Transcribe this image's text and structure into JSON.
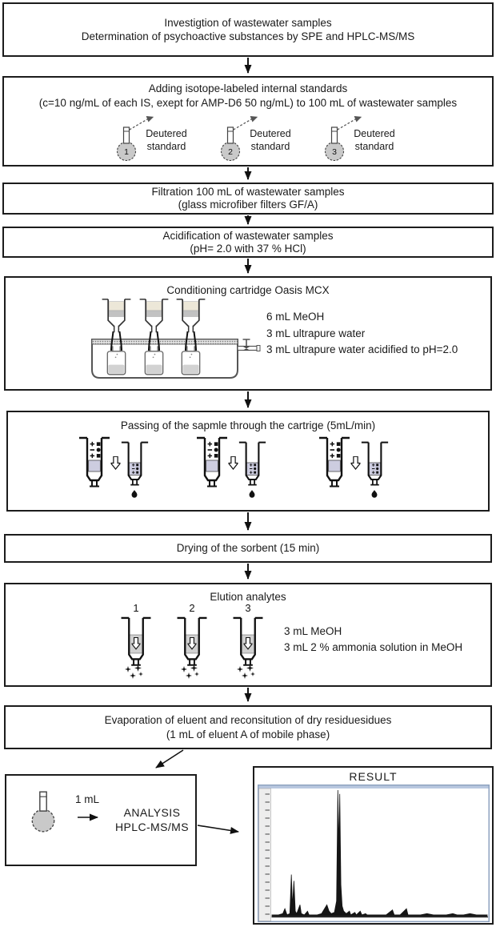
{
  "flowchart": {
    "investigation": {
      "line1": "Investigtion of wastewater samples",
      "line2": "Determination of psychoactive substances by SPE and HPLC-MS/MS"
    },
    "standards": {
      "line1": "Adding isotope-labeled internal standards",
      "line2": "(c=10 ng/mL of each IS, exept for AMP-D6 50 ng/mL) to 100 mL of wastewater samples",
      "flasks": [
        {
          "number": "1",
          "label1": "Deutered",
          "label2": "standard"
        },
        {
          "number": "2",
          "label1": "Deutered",
          "label2": "standard"
        },
        {
          "number": "3",
          "label1": "Deutered",
          "label2": "standard"
        }
      ]
    },
    "filtration": {
      "line1": "Filtration 100 mL of wastewater samples",
      "line2": "(glass microfiber filters GF/A)"
    },
    "acidification": {
      "line1": "Acidification of wastewater samples",
      "line2": "(pH= 2.0 with 37 % HCl)"
    },
    "conditioning": {
      "title": "Conditioning cartridge Oasis MCX",
      "steps": [
        "6 mL MeOH",
        "3 mL ultrapure water",
        "3 mL ultrapure water acidified to pH=2.0"
      ]
    },
    "passing": {
      "title": "Passing of the sapmle through the cartrige (5mL/min)"
    },
    "drying": {
      "title": "Drying of the sorbent (15 min)"
    },
    "elution": {
      "title": "Elution analytes",
      "cartridges": [
        {
          "number": "1"
        },
        {
          "number": "2"
        },
        {
          "number": "3"
        }
      ],
      "steps": [
        "3 mL MeOH",
        "3 mL 2 % ammonia solution in MeOH"
      ]
    },
    "evaporation": {
      "line1": "Evaporation of eluent and reconsitution of dry residuesidues",
      "line2": "(1 mL of eluent A of mobile phase)"
    },
    "analysis": {
      "volume": "1 mL",
      "line1": "ANALYSIS",
      "line2": "HPLC-MS/MS"
    },
    "result": {
      "title": "RESULT"
    }
  },
  "chart_data": {
    "type": "line",
    "description": "HPLC-MS/MS chromatogram shown in RESULT box: baseline noise with a medium double peak near 9-10% of run and one dominant tall peak near 31% of run; no readable axis numbers",
    "x_axis_label": "",
    "y_axis_label": "",
    "y_tick_count": 16,
    "points": [
      [
        0,
        1
      ],
      [
        3,
        1
      ],
      [
        5,
        2
      ],
      [
        6,
        6
      ],
      [
        7,
        1
      ],
      [
        8.3,
        2
      ],
      [
        9,
        33
      ],
      [
        9.5,
        8
      ],
      [
        10.2,
        28
      ],
      [
        10.8,
        4
      ],
      [
        11.5,
        2
      ],
      [
        13,
        9
      ],
      [
        13.6,
        2
      ],
      [
        15,
        1
      ],
      [
        16.5,
        4
      ],
      [
        17.2,
        1
      ],
      [
        19,
        1
      ],
      [
        21,
        1
      ],
      [
        23,
        2
      ],
      [
        25.5,
        9
      ],
      [
        26.5,
        4
      ],
      [
        27.5,
        2
      ],
      [
        29,
        3
      ],
      [
        30,
        12
      ],
      [
        30.6,
        100
      ],
      [
        31.1,
        55
      ],
      [
        31.5,
        97
      ],
      [
        32,
        25
      ],
      [
        32.6,
        8
      ],
      [
        33.3,
        4
      ],
      [
        34.5,
        2
      ],
      [
        36,
        4
      ],
      [
        36.6,
        1
      ],
      [
        38.5,
        3
      ],
      [
        39.2,
        1
      ],
      [
        41,
        4
      ],
      [
        41.8,
        1
      ],
      [
        43.5,
        2
      ],
      [
        44.2,
        1
      ],
      [
        47,
        1
      ],
      [
        50,
        1
      ],
      [
        53,
        1
      ],
      [
        56,
        5
      ],
      [
        56.8,
        1
      ],
      [
        59.5,
        1
      ],
      [
        62.5,
        6
      ],
      [
        63.2,
        1
      ],
      [
        66,
        1
      ],
      [
        69,
        1
      ],
      [
        72,
        2
      ],
      [
        75,
        1
      ],
      [
        78,
        1
      ],
      [
        81,
        1
      ],
      [
        84,
        2
      ],
      [
        86,
        1
      ],
      [
        89,
        1
      ],
      [
        92,
        2
      ],
      [
        95,
        1
      ],
      [
        98,
        1
      ],
      [
        100,
        1
      ]
    ]
  },
  "colors": {
    "box_border": "#1c1c1c",
    "sorbent_lavender": "#cdcde0",
    "flask_gray": "#c9c9c9",
    "liquid_beige": "#ece7d8",
    "chrome_blue": "#b9c8e0",
    "trace_black": "#151515"
  }
}
